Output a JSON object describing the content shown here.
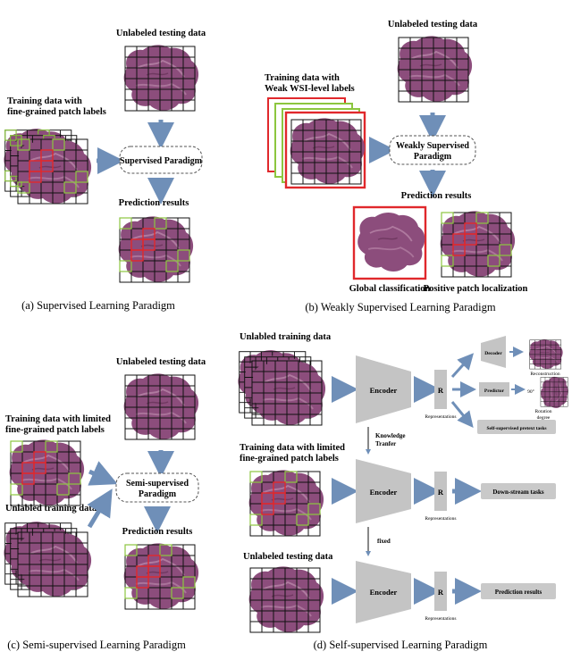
{
  "panel_a": {
    "caption": "(a) Supervised Learning Paradigm",
    "train_label_1": "Training data with",
    "train_label_2": "fine-grained patch labels",
    "test_label": "Unlabeled testing data",
    "paradigm": "Supervised Paradigm",
    "prediction": "Prediction results"
  },
  "panel_b": {
    "caption": "(b) Weakly Supervised Learning Paradigm",
    "train_label_1": "Training data with",
    "train_label_2": "Weak WSI-level labels",
    "test_label": "Unlabeled testing data",
    "paradigm_1": "Weakly Supervised",
    "paradigm_2": "Paradigm",
    "prediction": "Prediction results",
    "global": "Global classification",
    "positive": "Positive patch localization"
  },
  "panel_c": {
    "caption": "(c) Semi-supervised Learning Paradigm",
    "test_label": "Unlabeled testing data",
    "train_label_1": "Training data with limited",
    "train_label_2": "fine-grained patch labels",
    "unlabeled_train": "Unlabled training data",
    "paradigm_1": "Semi-supervised",
    "paradigm_2": "Paradigm",
    "prediction": "Prediction results"
  },
  "panel_d": {
    "caption": "(d) Self-supervised Learning Paradigm",
    "unlabeled_train": "Unlabled training data",
    "encoder": "Encoder",
    "r": "R",
    "representations": "Representations",
    "decoder": "Decoder",
    "predictor": "Predictor",
    "reconstruction": "Reconstruction",
    "rotation_1": "Rotation",
    "rotation_2": "degree",
    "angle": "90°",
    "pretext": "Self-supervised pretext tasks",
    "knowledge_1": "Knowledge",
    "knowledge_2": "Tranfer",
    "train_label_1": "Training data with limited",
    "train_label_2": "fine-grained patch labels",
    "downstream": "Down-stream tasks",
    "fixed": "fixed",
    "test_label": "Unlabeled testing data",
    "prediction": "Prediction results"
  },
  "colors": {
    "arrow": "#6f8fb8",
    "tissue": "#8c4d7c",
    "grid": "#111111",
    "red": "#e0282c",
    "green": "#8cc63f",
    "encoder": "#c4c4c4",
    "task_box": "#c9c9c9"
  }
}
